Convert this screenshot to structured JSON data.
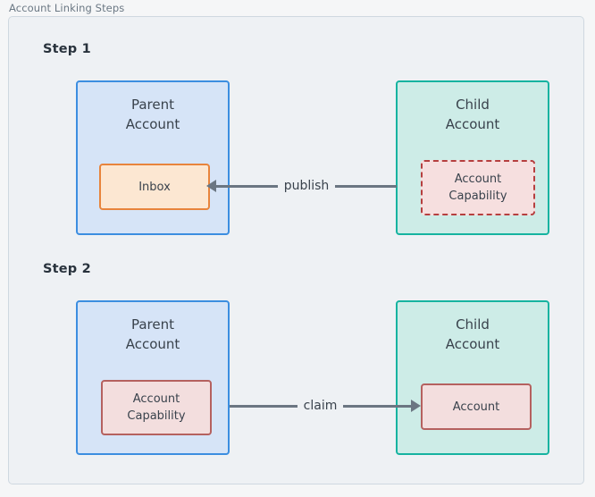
{
  "frame": {
    "title": "Account Linking Steps",
    "border_color": "#cfd8e0",
    "background_color": "#eef1f4"
  },
  "steps": [
    {
      "label": "Step 1",
      "parent": {
        "title": "Parent\nAccount",
        "fill": "#d6e4f7",
        "border": "#3c8ee0",
        "inner": {
          "label": "Inbox",
          "fill": "#fce7d2",
          "border": "#e8843c",
          "border_style": "solid"
        }
      },
      "child": {
        "title": "Child\nAccount",
        "fill": "#cdece7",
        "border": "#16b3a0",
        "inner": {
          "label": "Account\nCapability",
          "fill": "#f6dfdf",
          "border": "#b63f3f",
          "border_style": "dashed"
        }
      },
      "flow": {
        "label": "publish",
        "direction": "left",
        "color": "#6b7682"
      }
    },
    {
      "label": "Step 2",
      "parent": {
        "title": "Parent\nAccount",
        "fill": "#d6e4f7",
        "border": "#3c8ee0",
        "inner": {
          "label": "Account\nCapability",
          "fill": "#f3dede",
          "border": "#b5615f",
          "border_style": "solid"
        }
      },
      "child": {
        "title": "Child\nAccount",
        "fill": "#cdece7",
        "border": "#16b3a0",
        "inner": {
          "label": "Account",
          "fill": "#f3dede",
          "border": "#b5615f",
          "border_style": "solid"
        }
      },
      "flow": {
        "label": "claim",
        "direction": "right",
        "color": "#6b7682"
      }
    }
  ]
}
